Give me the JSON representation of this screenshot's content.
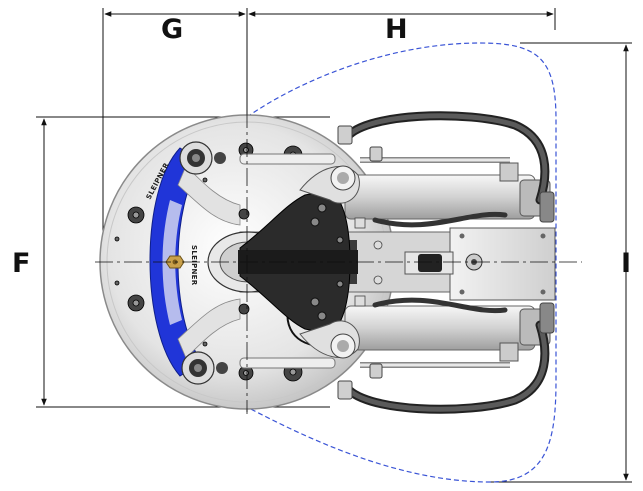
{
  "dimensions": {
    "g": "G",
    "h": "H",
    "f": "F",
    "i": "I"
  },
  "machine": {
    "brand_marks": [
      "SLEIPNER",
      "SLEIPNER"
    ],
    "colors": {
      "accent_blue": "#2035d8",
      "body_grey": "#d9d9d9",
      "body_light": "#f0f0f0",
      "mount_dark": "#2b2b2b",
      "hose": "#3a3a3a",
      "clearance_line": "#3a54d6",
      "dimension_line": "#111111"
    }
  }
}
